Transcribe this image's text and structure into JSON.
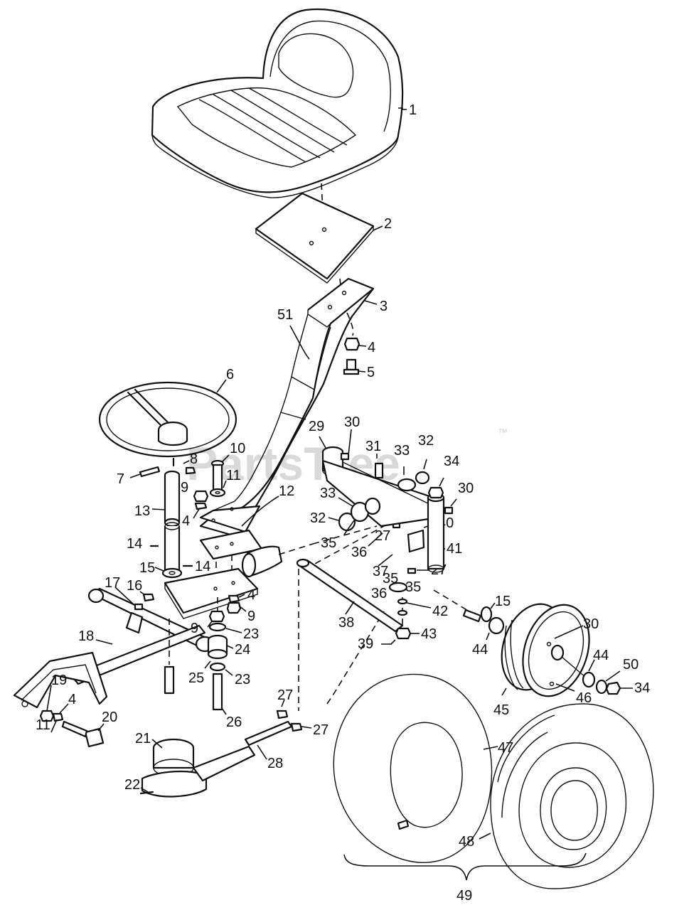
{
  "watermark": {
    "text": "PartsTree",
    "trademark": "™"
  },
  "callouts": [
    "1",
    "2",
    "3",
    "4",
    "5",
    "6",
    "7",
    "8",
    "9",
    "10",
    "11",
    "12",
    "13",
    "14",
    "15",
    "16",
    "17",
    "18",
    "19",
    "20",
    "21",
    "22",
    "23",
    "24",
    "25",
    "26",
    "27",
    "28",
    "29",
    "30",
    "31",
    "32",
    "33",
    "34",
    "35",
    "36",
    "37",
    "38",
    "39",
    "40",
    "41",
    "42",
    "43",
    "44",
    "45",
    "46",
    "47",
    "48",
    "49",
    "50",
    "51"
  ]
}
